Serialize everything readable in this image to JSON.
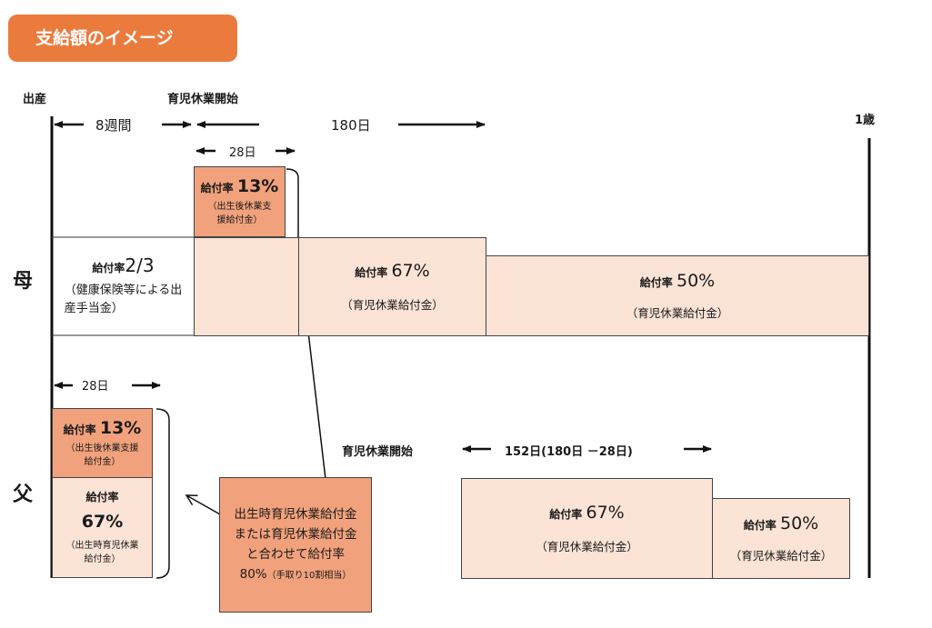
{
  "title": "支給額のイメージ",
  "labels": {
    "birth": "出産",
    "leave_start_top": "育児休業開始",
    "one_year": "1歳",
    "weeks8": "8週間",
    "days180": "180日",
    "days28_mother": "28日",
    "days28_father": "28日",
    "leave_start_father": "育児休業開始",
    "days152": "152日(180日 －28日)",
    "mother": "母",
    "father": "父"
  },
  "mother": {
    "health_rate_label": "給付率",
    "health_rate_value": "2/3",
    "health_note_1": "（健康保険等による出",
    "health_note_2": "産手当金）",
    "postbirth_rate_label": "給付率",
    "postbirth_rate_value": "13%",
    "postbirth_note_1": "（出生後休業支",
    "postbirth_note_2": "援給付金）",
    "leave67_rate_label": "給付率",
    "leave67_rate_value": "67%",
    "leave67_note": "（育児休業給付金）",
    "leave50_rate_label": "給付率",
    "leave50_rate_value": "50%",
    "leave50_note": "（育児休業給付金）"
  },
  "father": {
    "postbirth_rate_label": "給付率",
    "postbirth_rate_value": "13%",
    "postbirth_note_1": "（出生後休業支援",
    "postbirth_note_2": "給付金）",
    "birthtime_rate_label": "給付率",
    "birthtime_rate_value": "67%",
    "birthtime_note_1": "（出生時育児休業",
    "birthtime_note_2": "給付金）",
    "leave67_rate_label": "給付率",
    "leave67_rate_value": "67%",
    "leave67_note": "（育児休業給付金）",
    "leave50_rate_label": "給付率",
    "leave50_rate_value": "50%",
    "leave50_note": "（育児休業給付金）"
  },
  "callout": {
    "line1": "出生時育児休業給付金",
    "line2": "または育児休業給付金",
    "line3": "と合わせて給付率",
    "line4_main": "80%",
    "line4_note": "（手取り10割相当）"
  },
  "colors": {
    "badge": "#eb7b3c",
    "dark_box": "#f1a27c",
    "light_box": "#fbe3d6"
  }
}
